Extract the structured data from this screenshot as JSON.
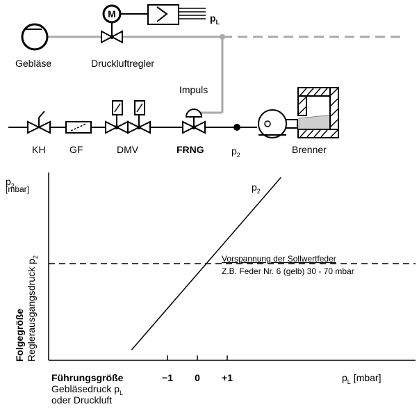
{
  "schematic": {
    "labels": {
      "blower": "Gebläse",
      "pressure_regulator": "Druckluftregler",
      "motor": "M",
      "pL": "p",
      "pL_sub": "L",
      "impulse": "Impuls",
      "kh": "KH",
      "gf": "GF",
      "dmv": "DMV",
      "frng": "FRNG",
      "p2": "p",
      "p2_sub": "2",
      "burner": "Brenner"
    }
  },
  "chart_data": {
    "type": "line",
    "ylabel_symbol": "p",
    "ylabel_symbol_sub": "2",
    "ylabel_unit": "[mbar]",
    "yaxis_title_bold": "Folgegröße",
    "yaxis_title": "Reglerausgangsdruck p",
    "yaxis_title_sub": "2",
    "xaxis_title_bold": "Führungsgröße",
    "xaxis_title_line2": "Gebläsedruck p",
    "xaxis_title_line2_sub": "L",
    "xaxis_title_line3": "oder Druckluft",
    "xlabel_symbol": "p",
    "xlabel_symbol_sub": "L",
    "xlabel_unit": "[mbar]",
    "x_ticks": [
      "−1",
      "0",
      "+1"
    ],
    "x_tick_values": [
      -1,
      0,
      1
    ],
    "series": [
      {
        "name": "p",
        "name_sub": "2",
        "points": [
          [
            -2.2,
            -1.0
          ],
          [
            2.8,
            1.0
          ]
        ]
      }
    ],
    "reference_line": {
      "y": 0,
      "style": "dashed",
      "label_line1": "Vorspannung der Sollwertfeder",
      "label_line2": "Z.B. Feder Nr. 6 (gelb) 30 - 70 mbar"
    }
  }
}
